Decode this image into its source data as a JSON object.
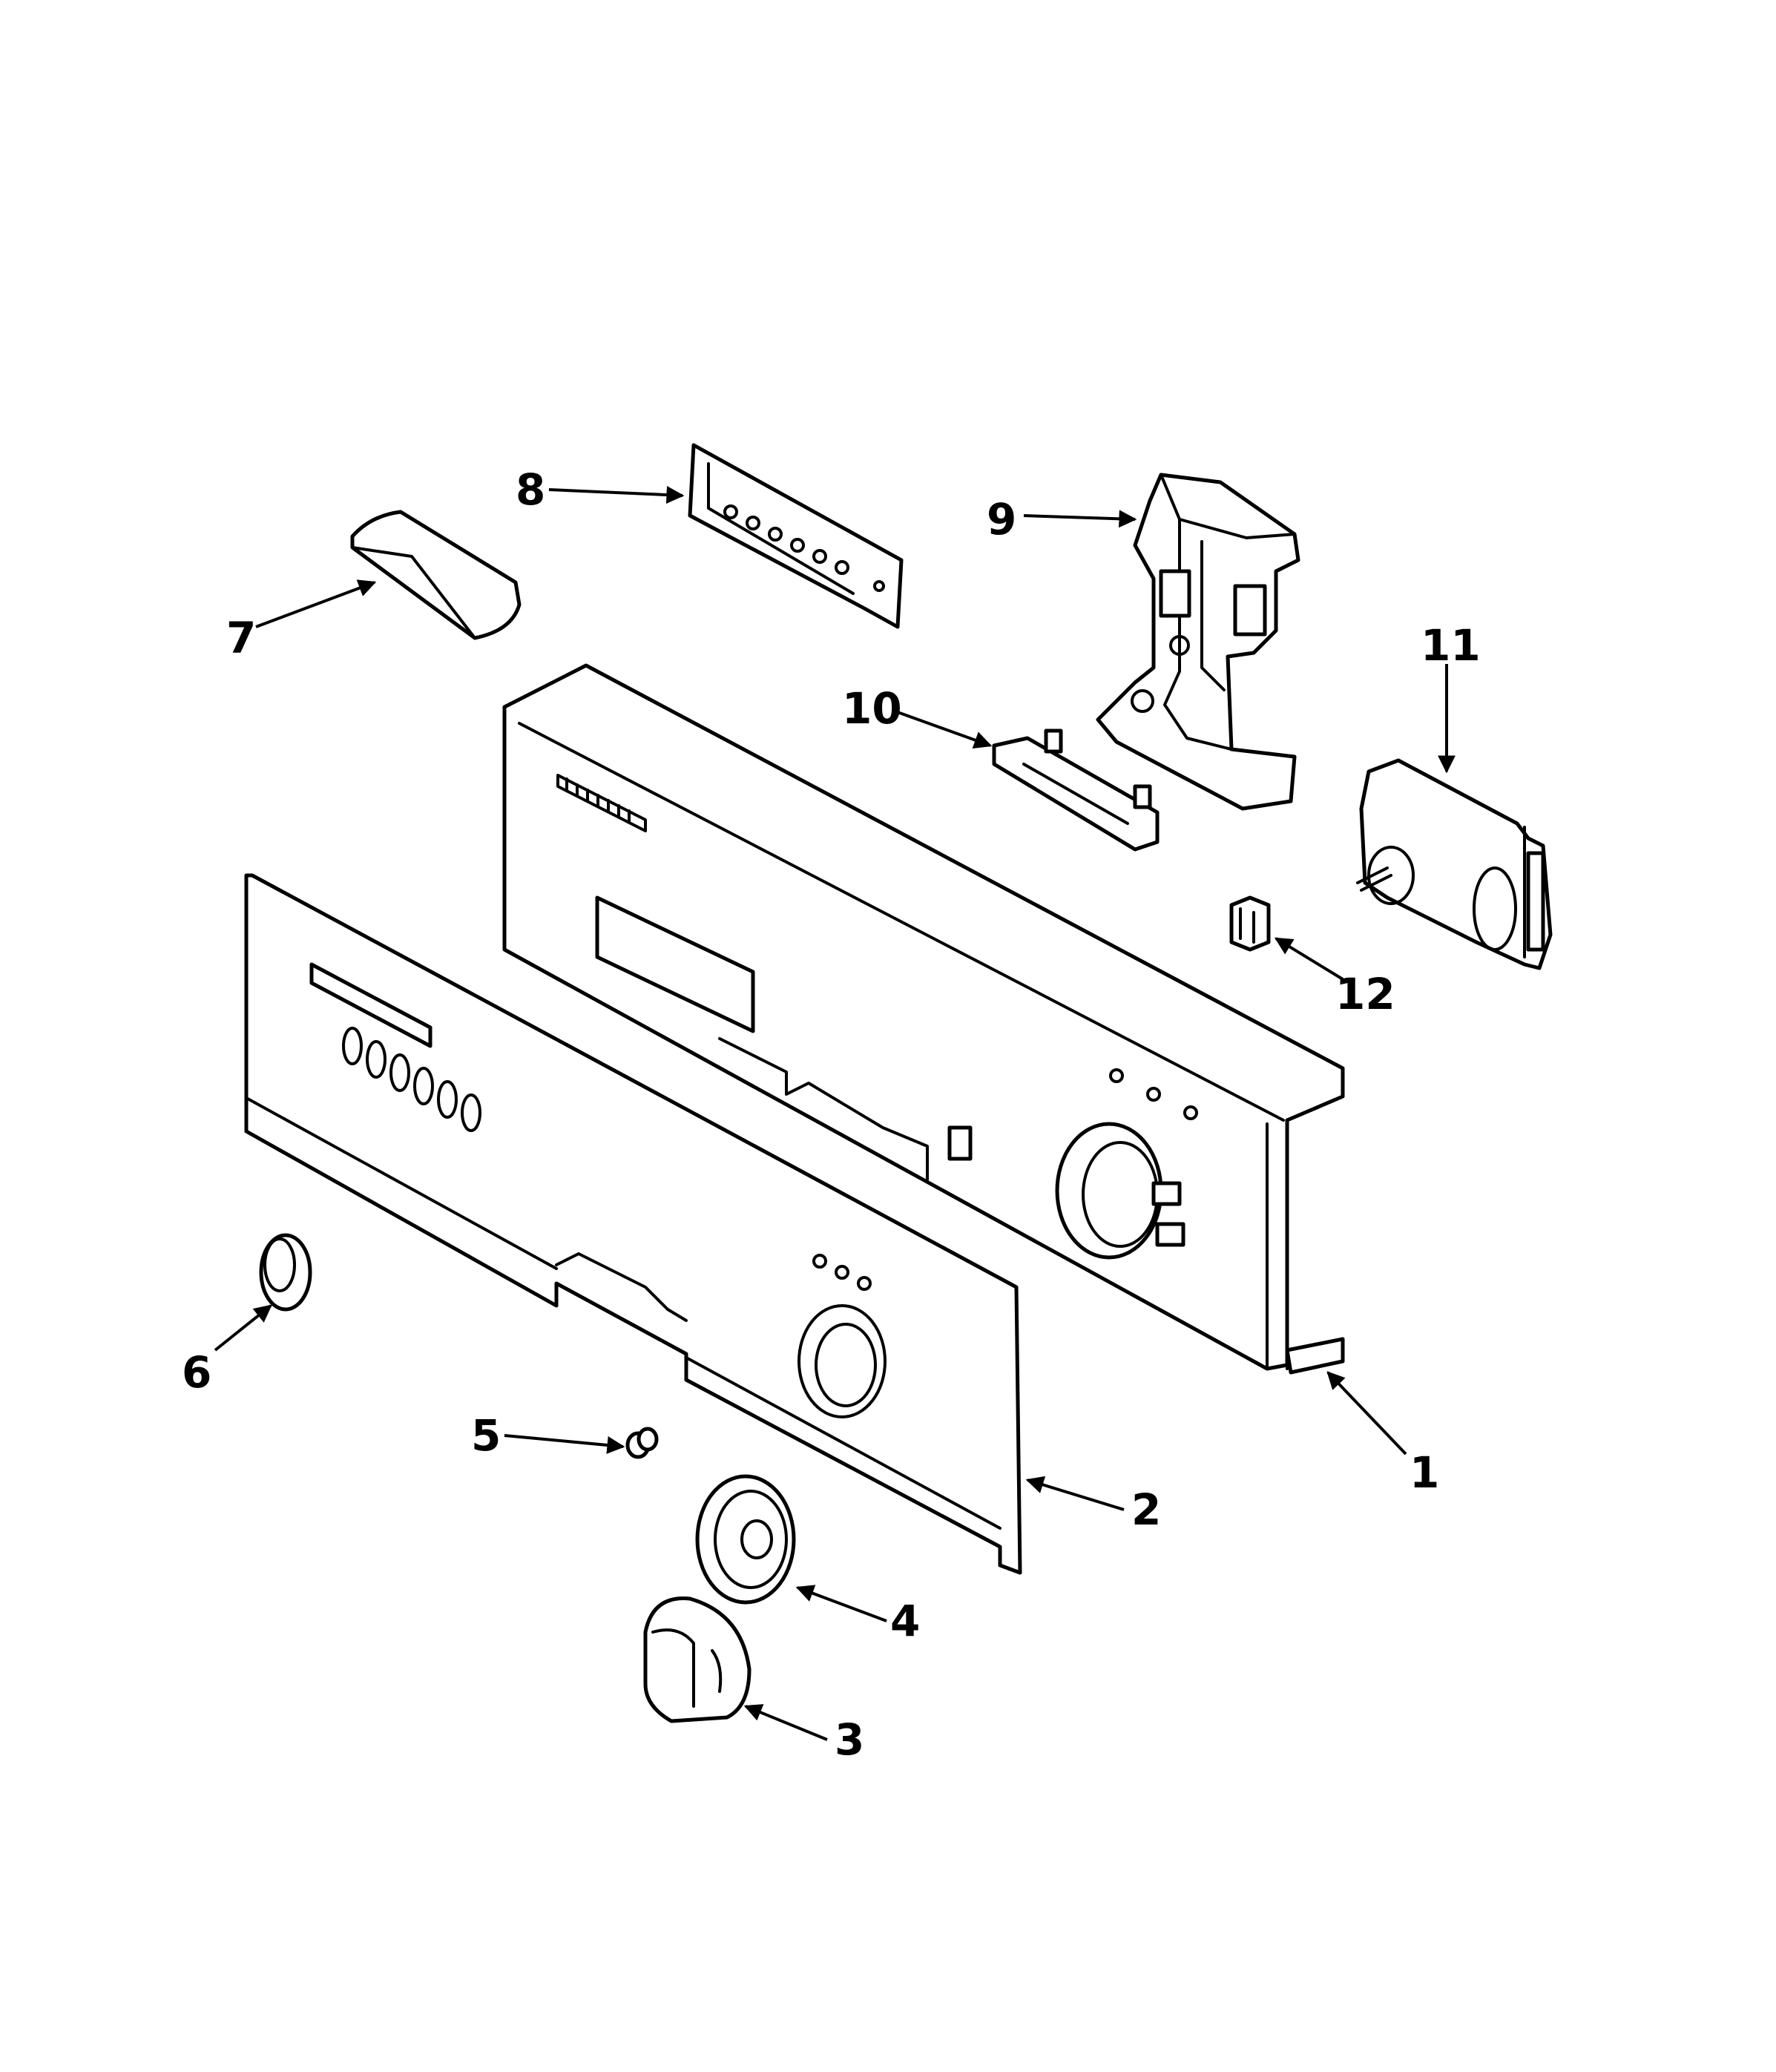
{
  "diagram": {
    "type": "exploded parts diagram",
    "callouts": [
      {
        "id": "c1",
        "label": "1"
      },
      {
        "id": "c2",
        "label": "2"
      },
      {
        "id": "c3",
        "label": "3"
      },
      {
        "id": "c4",
        "label": "4"
      },
      {
        "id": "c5",
        "label": "5"
      },
      {
        "id": "c6",
        "label": "6"
      },
      {
        "id": "c7",
        "label": "7"
      },
      {
        "id": "c8",
        "label": "8"
      },
      {
        "id": "c9",
        "label": "9"
      },
      {
        "id": "c10",
        "label": "10"
      },
      {
        "id": "c11",
        "label": "11"
      },
      {
        "id": "c12",
        "label": "12"
      }
    ]
  }
}
